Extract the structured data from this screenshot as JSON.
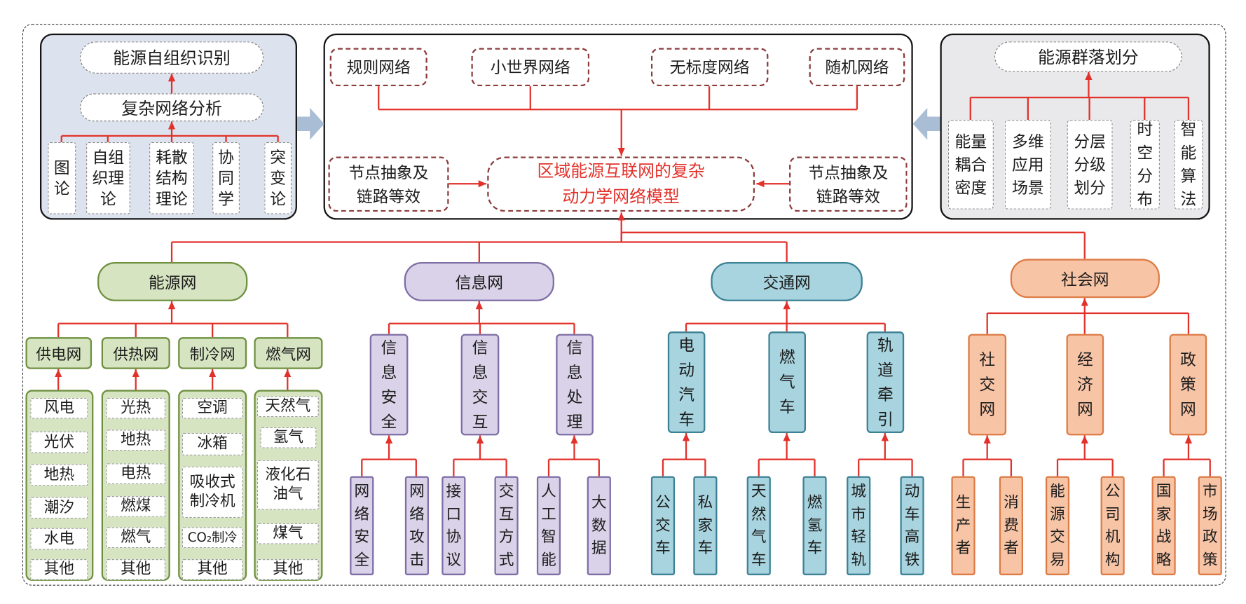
{
  "self_organization": {
    "identification": "能源自组织识别",
    "analysis": "复杂网络分析",
    "theories": [
      "图论",
      "自组织理论",
      "耗散结构理论",
      "协同学",
      "突变论"
    ]
  },
  "network_model": {
    "topologies": [
      "规则网络",
      "小世界网络",
      "无标度网络",
      "随机网络"
    ],
    "abstraction_left": "节点抽象及链路等效",
    "abstraction_right": "节点抽象及链路等效",
    "core": "区域能源互联网的复杂动力学网络模型"
  },
  "community": {
    "partition": "能源群落划分",
    "methods": [
      "能量耦合密度",
      "多维应用场景",
      "分层分级划分",
      "时空分布",
      "智能算法"
    ]
  },
  "energy_net": {
    "label": "能源网",
    "subnets": [
      {
        "label": "供电网",
        "items": [
          "风电",
          "光伏",
          "地热",
          "潮汐",
          "水电",
          "其他"
        ]
      },
      {
        "label": "供热网",
        "items": [
          "光热",
          "地热",
          "电热",
          "燃煤",
          "燃气",
          "其他"
        ]
      },
      {
        "label": "制冷网",
        "items": [
          "空调",
          "冰箱",
          "吸收式制冷机",
          "CO₂制冷",
          "其他"
        ]
      },
      {
        "label": "燃气网",
        "items": [
          "天然气",
          "氢气",
          "液化石油气",
          "煤气",
          "其他"
        ]
      }
    ]
  },
  "info_net": {
    "label": "信息网",
    "subnets": [
      {
        "label": "信息安全",
        "leaves": [
          "网络安全",
          "网络攻击"
        ]
      },
      {
        "label": "信息交互",
        "leaves": [
          "接口协议",
          "交互方式"
        ]
      },
      {
        "label": "信息处理",
        "leaves": [
          "人工智能",
          "大数据"
        ]
      }
    ]
  },
  "traffic_net": {
    "label": "交通网",
    "subnets": [
      {
        "label": "电动汽车",
        "leaves": [
          "公交车",
          "私家车"
        ]
      },
      {
        "label": "燃气车",
        "leaves": [
          "天然气车",
          "燃氢车"
        ]
      },
      {
        "label": "轨道牵引",
        "leaves": [
          "城市轻轨",
          "动车高铁"
        ]
      }
    ]
  },
  "social_net": {
    "label": "社会网",
    "subnets": [
      {
        "label": "社交网",
        "leaves": [
          "生产者",
          "消费者"
        ]
      },
      {
        "label": "经济网",
        "leaves": [
          "能源交易",
          "公司机构"
        ]
      },
      {
        "label": "政策网",
        "leaves": [
          "国家战略",
          "市场政策"
        ]
      }
    ]
  },
  "colors": {
    "connector": "#e2312a",
    "core_text": "#e2312a",
    "topology_border": "#8b3b3b",
    "energy_fill": "#d6e4c2",
    "info_fill": "#d9d2e8",
    "traffic_fill": "#a8d4df",
    "social_fill": "#f8c4a6",
    "block_arrow": "#a9bdd4"
  }
}
